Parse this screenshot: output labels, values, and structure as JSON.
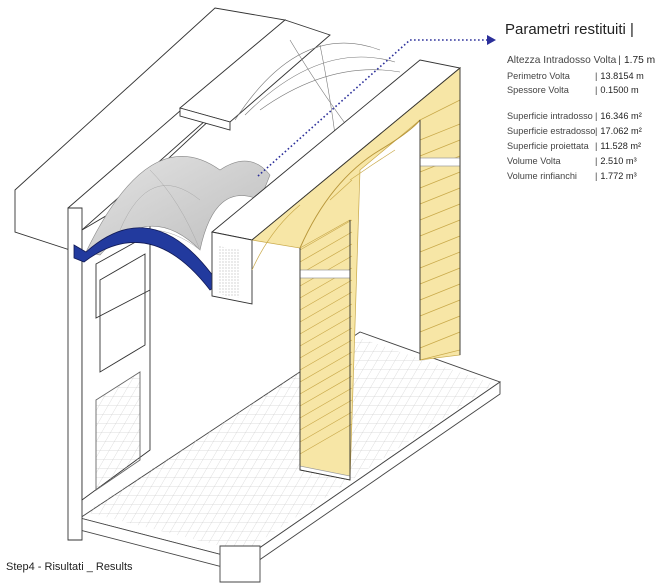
{
  "panel": {
    "title": "Parametri restituiti |",
    "rows": [
      {
        "label": "Altezza Intradosso Volta",
        "value": "1.75 m"
      },
      {
        "label": "Perimetro Volta",
        "value": "13.8154 m"
      },
      {
        "label": "Spessore Volta",
        "value": "0.1500 m"
      },
      {
        "label": "Superficie intradosso",
        "value": "16.346 m²"
      },
      {
        "label": "Superficie estradosso",
        "value": "17.062 m²"
      },
      {
        "label": "Superficie proiettata",
        "value": "11.528 m²"
      },
      {
        "label": "Volume Volta",
        "value": "2.510 m³"
      },
      {
        "label": "Volume rinfianchi",
        "value": "1.772 m³"
      }
    ]
  },
  "caption": "Step4 - Risultati _ Results",
  "colors": {
    "stone": "#f7e6a6",
    "stone_line": "#c9a94a",
    "vault_highlight": "#223a9e",
    "vault_shell": "#c9c9c9",
    "leader_line": "#2b2f9a",
    "wall_line": "#3a3a3a"
  },
  "icons": [
    "leader-arrow-icon"
  ]
}
